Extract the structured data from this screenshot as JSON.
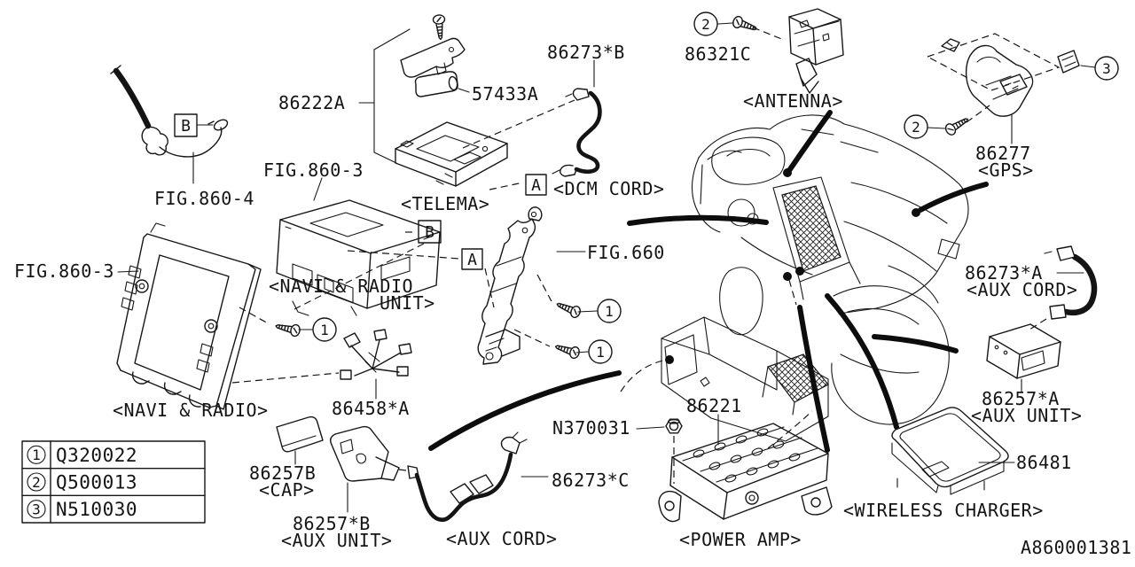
{
  "figure": {
    "footer_code": "A860001381",
    "legend": [
      {
        "index": "1",
        "code": "Q320022"
      },
      {
        "index": "2",
        "code": "Q500013"
      },
      {
        "index": "3",
        "code": "N510030"
      }
    ],
    "callouts": {
      "fig860_4": "FIG.860-4",
      "fig860_3_left": "FIG.860-3",
      "fig860_3_mid": "FIG.860-3",
      "fig660": "FIG.660",
      "p86222A": "86222A",
      "p57433A": "57433A",
      "p86273B": "86273*B",
      "p86321C": "86321C",
      "antenna": "<ANTENNA>",
      "p86277": "86277",
      "gps": "<GPS>",
      "telema": "<TELEMA>",
      "dcm_cord": "<DCM CORD>",
      "navi_radio_line1": "<NAVI & RADIO",
      "navi_radio_line2": "UNIT>",
      "navi_radio_left": "<NAVI & RADIO>",
      "p86458A": "86458*A",
      "p86257B_cap": "86257B",
      "cap": "<CAP>",
      "p86257B": "86257*B",
      "aux_unit_b": "<AUX UNIT>",
      "aux_cord_b": "<AUX CORD>",
      "p86273C": "86273*C",
      "n370031": "N370031",
      "p86221": "86221",
      "power_amp": "<POWER AMP>",
      "p86273A": "86273*A",
      "aux_cord_a": "<AUX CORD>",
      "p86257A": "86257*A",
      "aux_unit_a": "<AUX UNIT>",
      "p86481": "86481",
      "wireless_charger": "<WIRELESS CHARGER>"
    },
    "markers": {
      "box_a": "A",
      "box_b": "B",
      "c1": "1",
      "c2": "2",
      "c3": "3"
    },
    "colors": {
      "line": "#161616",
      "background": "#ffffff"
    }
  }
}
